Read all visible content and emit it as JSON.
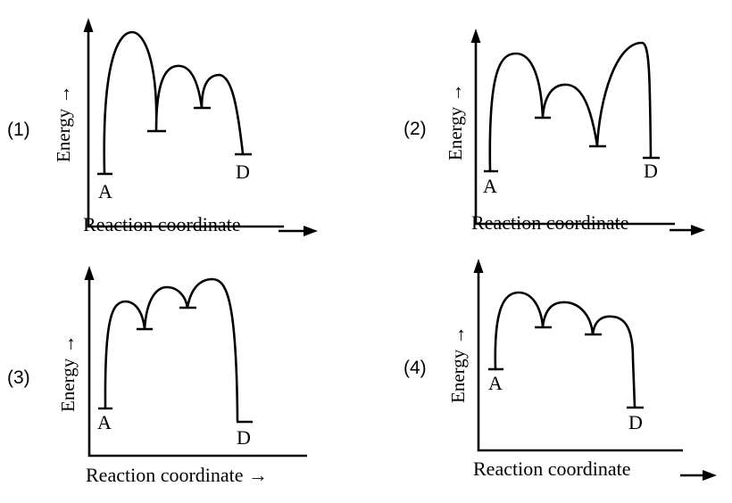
{
  "panels": [
    {
      "number": "(1)",
      "y_label": "Energy →",
      "x_label": "Reaction coordinate",
      "start_label": "A",
      "end_label": "D"
    },
    {
      "number": "(2)",
      "y_label": "Energy →",
      "x_label": "Reaction coordinate",
      "start_label": "A",
      "end_label": "D"
    },
    {
      "number": "(3)",
      "y_label": "Energy →",
      "x_label": "Reaction coordinate →",
      "start_label": "A",
      "end_label": "D"
    },
    {
      "number": "(4)",
      "y_label": "Energy →",
      "x_label": "Reaction coordinate",
      "start_label": "A",
      "end_label": "D"
    }
  ]
}
